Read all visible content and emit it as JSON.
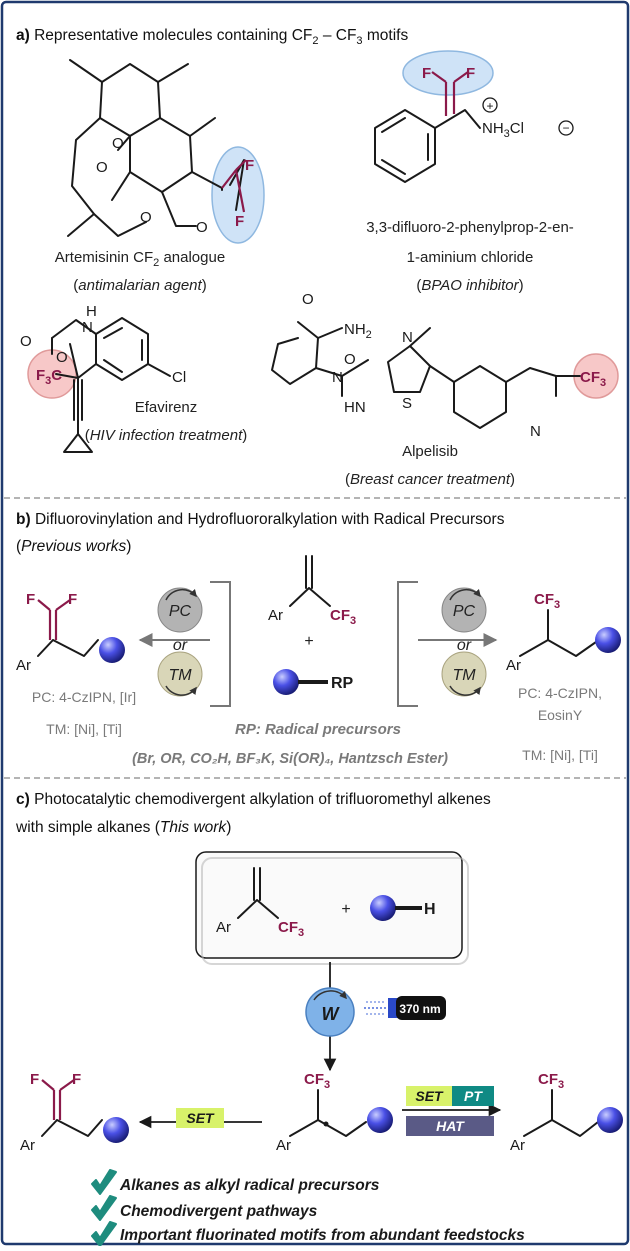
{
  "colors": {
    "frame": "#1f3a6e",
    "fluorine": "#8b1a4a",
    "highlight_blue": "#cfe3f7",
    "highlight_red": "#f7c8c8",
    "pc_grey": "#b3b3b3",
    "tm_tan": "#d9d6b8",
    "set_green": "#d8f26a",
    "pt_teal": "#0f8a84",
    "hat_purple": "#5a5a86",
    "check_teal": "#1e8c7e",
    "sphere_blue": "#3b3fd6"
  },
  "panel_a": {
    "prefix": "a)",
    "title": "Representative molecules containing CF",
    "title_sub": "2",
    "title_mid": " – CF",
    "title_sub2": "3",
    "title_end": " motifs",
    "artemisinin": {
      "name": "Artemisinin CF",
      "name_sub": "2",
      "name_end": " analogue",
      "use_open": "(",
      "use": "antimalarian agent",
      "use_close": ")"
    },
    "bpao": {
      "name1": "3,3-difluoro-2-phenylprop-2-en-",
      "name2": "1-aminium chloride",
      "use_open": "(",
      "use": "BPAO inhibitor",
      "use_close": ")"
    },
    "efavirenz": {
      "name": "Efavirenz",
      "use_open": "(",
      "use": "HIV infection treatment",
      "use_close": ")"
    },
    "alpelisib": {
      "name": "Alpelisib",
      "use_open": "(",
      "use": "Breast cancer treatment",
      "use_close": ")"
    }
  },
  "panel_b": {
    "prefix": "b)",
    "title": "Difluorovinylation and Hydrofluororalkylation with Radical Precursors",
    "subtitle_open": "(",
    "subtitle": "Previous works",
    "subtitle_close": ")",
    "pc": "PC",
    "tm": "TM",
    "or": "or",
    "rp": "RP",
    "plus": "+",
    "left_pc": "PC: 4-CzIPN, [Ir]",
    "left_tm": "TM: [Ni], [Ti]",
    "right_pc1": "PC: 4-CzIPN,",
    "right_pc2": "EosinY",
    "right_tm": "TM: [Ni], [Ti]",
    "rp_title": "RP: Radical precursors",
    "rp_list": "(Br, OR, CO₂H, BF₃K, Si(OR)₄, Hantzsch Ester)"
  },
  "panel_c": {
    "prefix": "c)",
    "title1": "Photocatalytic chemodivergent alkylation of trifluoromethyl alkenes",
    "title2": "with simple alkanes (",
    "title2_it": "This work",
    "title2_end": ")",
    "catalyst": "W",
    "light": "370 nm",
    "set": "SET",
    "pt": "PT",
    "hat": "HAT",
    "h": "H",
    "plus": "+",
    "features": [
      "Alkanes as alkyl radical precursors",
      "Chemodivergent pathways",
      "Important fluorinated motifs from abundant feedstocks"
    ]
  },
  "atoms": {
    "F": "F",
    "Ar": "Ar",
    "CF3": "CF",
    "sub3": "3",
    "F3C": "F",
    "F3C_end": "C",
    "O": "O",
    "N": "N",
    "S": "S",
    "Cl": "Cl",
    "H": "H",
    "HN": "HN",
    "NH2": "NH",
    "sub2": "2",
    "NH3": "NH",
    "Cl_minus": "Cl",
    "plus_charge": "+",
    "minus_charge": "−"
  }
}
